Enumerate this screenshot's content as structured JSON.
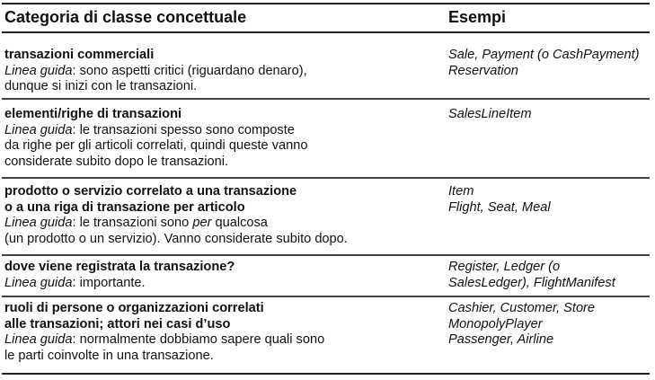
{
  "header": {
    "col1": "Categoria di classe concettuale",
    "col2": "Esempi"
  },
  "rows": [
    {
      "title": [
        "transazioni commerciali"
      ],
      "guide_label": "Linea guida",
      "guide_text": [
        ": sono aspetti critici (riguardano denaro),",
        "dunque si inizi con le transazioni."
      ],
      "examples": [
        "Sale, Payment (o CashPayment)",
        "Reservation"
      ]
    },
    {
      "title": [
        "elementi/righe di transazioni"
      ],
      "guide_label": "Linea guida",
      "guide_text": [
        ": le transazioni spesso sono composte",
        "da righe per gli articoli correlati, quindi queste vanno",
        "considerate subito dopo le transazioni."
      ],
      "examples": [
        "SalesLineItem"
      ]
    },
    {
      "title": [
        "prodotto o servizio correlato a una transazione",
        "o a una riga di transazione per articolo"
      ],
      "guide_label": "Linea guida",
      "guide_text_a": ": le transazioni sono ",
      "guide_text_em": "per",
      "guide_text_b": " qualcosa",
      "guide_text": [
        "(un prodotto o un servizio). Vanno considerate subito dopo."
      ],
      "examples": [
        "Item",
        "Flight, Seat, Meal"
      ]
    },
    {
      "title": [
        "dove viene registrata la transazione?"
      ],
      "guide_label": "Linea guida",
      "guide_text": [
        ": importante."
      ],
      "examples": [
        "Register, Ledger (o",
        "SalesLedger), FlightManifest"
      ]
    },
    {
      "title": [
        "ruoli di persone o organizzazioni correlati",
        "alle transazioni; attori nei casi d’uso"
      ],
      "guide_label": "Linea guida",
      "guide_text": [
        ": normalmente dobbiamo sapere quali sono",
        "le parti coinvolte in una transazione."
      ],
      "examples": [
        "Cashier, Customer, Store",
        "MonopolyPlayer",
        "Passenger, Airline"
      ]
    }
  ]
}
